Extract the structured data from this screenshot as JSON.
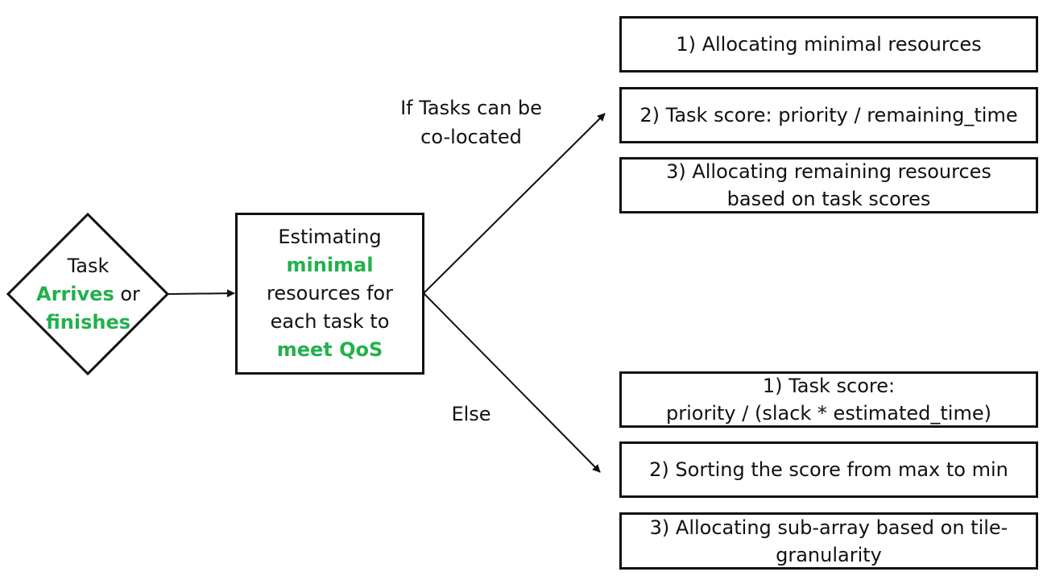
{
  "colors": {
    "highlight": "#22b14c",
    "stroke": "#111111"
  },
  "decision": {
    "word1": "Task",
    "word2": "Arrives",
    "word3": "or",
    "word4": "finishes"
  },
  "estimate": {
    "line1": "Estimating",
    "line2": "minimal",
    "line3": "resources for",
    "line4": "each task to",
    "line5": "meet QoS"
  },
  "branch_labels": {
    "colocated_line1": "If Tasks can be",
    "colocated_line2": "co-located",
    "else": "Else"
  },
  "colocated_steps": [
    {
      "line1": "1) Allocating minimal resources"
    },
    {
      "line1": "2) Task score: priority / remaining_time"
    },
    {
      "line1": "3) Allocating remaining resources",
      "line2": "based on task scores"
    }
  ],
  "else_steps": [
    {
      "line1": "1) Task score:",
      "line2": "priority / (slack * estimated_time)"
    },
    {
      "line1": "2) Sorting the score from max to min"
    },
    {
      "line1": "3) Allocating sub-array based on tile-",
      "line2": "granularity"
    }
  ]
}
